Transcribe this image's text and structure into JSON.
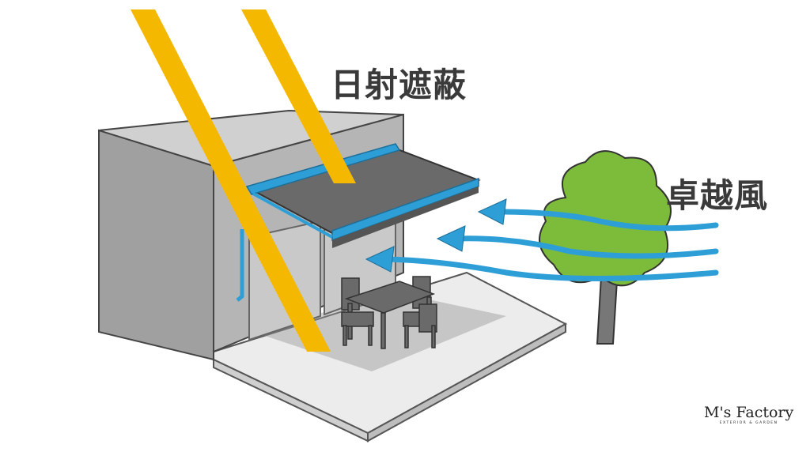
{
  "labels": {
    "sun_shading": "日射遮蔽",
    "prevailing_wind": "卓越風"
  },
  "logo": {
    "name": "M's Factory",
    "tagline": "EXTERIOR & GARDEN"
  },
  "colors": {
    "sunbeam": "#F5B800",
    "awning_frame": "#2E9FD6",
    "wind": "#2E9FD6",
    "tree": "#7DBB3A",
    "wall": "#A6A6A6"
  }
}
